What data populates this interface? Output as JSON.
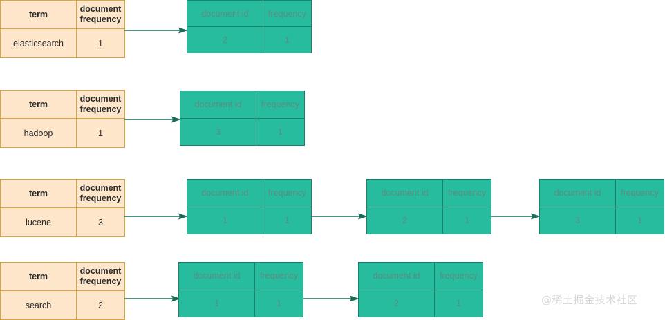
{
  "diagram": {
    "title": "Inverted index term dictionary and postings lists",
    "colors": {
      "term_fill": "#FDE6CA",
      "term_border": "#D8A63C",
      "posting_fill": "#27BC9D",
      "posting_border": "#1E7F6B",
      "posting_text": "#5C8C83",
      "arrow": "#1B6B58",
      "watermark_text": "#D8D8D8",
      "background": "#FFFFFF"
    },
    "term_headers": {
      "term": "term",
      "document_frequency_line1": "document",
      "document_frequency_line2": "frequency"
    },
    "posting_headers": {
      "document_id": "document id",
      "frequency": "frequency"
    },
    "rows": [
      {
        "term": "elasticsearch",
        "document_frequency": "1",
        "postings": [
          {
            "document_id": "2",
            "frequency": "1"
          }
        ]
      },
      {
        "term": "hadoop",
        "document_frequency": "1",
        "postings": [
          {
            "document_id": "3",
            "frequency": "1"
          }
        ]
      },
      {
        "term": "lucene",
        "document_frequency": "3",
        "postings": [
          {
            "document_id": "1",
            "frequency": "1"
          },
          {
            "document_id": "2",
            "frequency": "1"
          },
          {
            "document_id": "3",
            "frequency": "1"
          }
        ]
      },
      {
        "term": "search",
        "document_frequency": "2",
        "postings": [
          {
            "document_id": "1",
            "frequency": "1"
          },
          {
            "document_id": "2",
            "frequency": "1"
          }
        ]
      }
    ],
    "watermark": "@稀土掘金技术社区"
  }
}
